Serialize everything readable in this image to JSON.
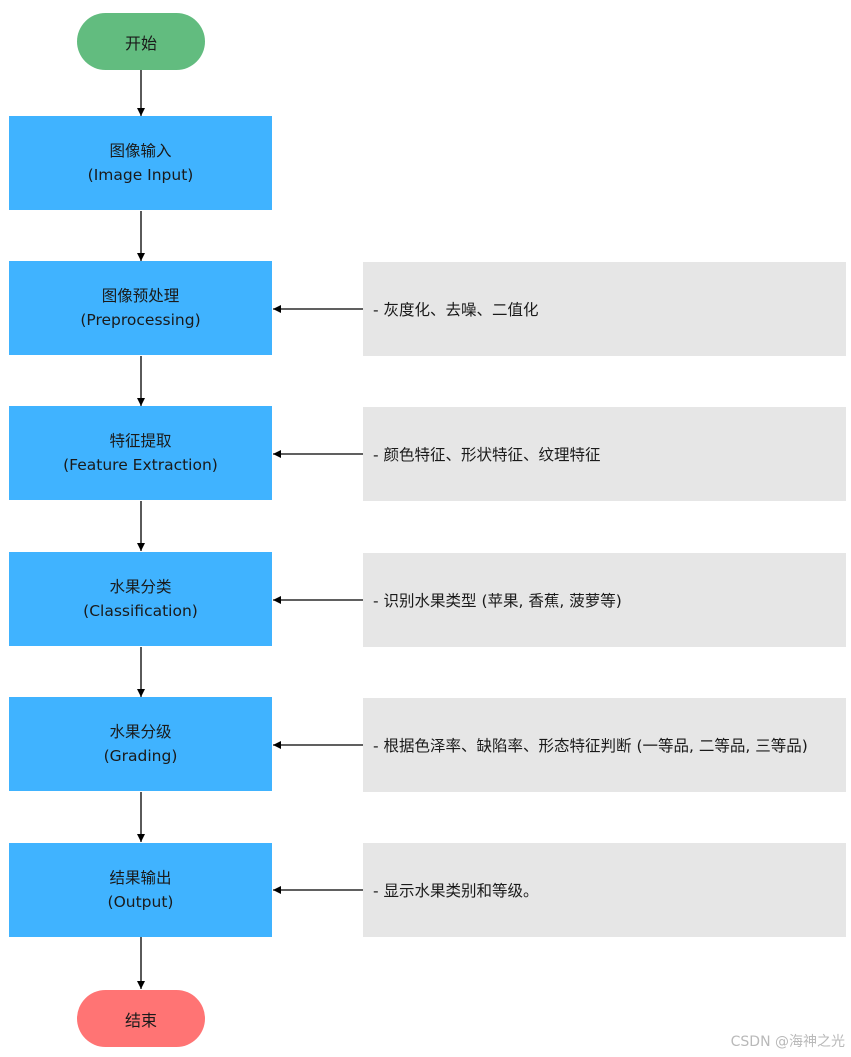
{
  "flowchart": {
    "start_label": "开始",
    "end_label": "结束",
    "steps": [
      {
        "title": "图像输入",
        "subtitle": "(Image Input)",
        "note": null
      },
      {
        "title": "图像预处理",
        "subtitle": "(Preprocessing)",
        "note": "- 灰度化、去噪、二值化"
      },
      {
        "title": "特征提取",
        "subtitle": "(Feature Extraction)",
        "note": "- 颜色特征、形状特征、纹理特征"
      },
      {
        "title": "水果分类",
        "subtitle": "(Classification)",
        "note": "- 识别水果类型 (苹果, 香蕉, 菠萝等)"
      },
      {
        "title": "水果分级",
        "subtitle": "(Grading)",
        "note": "- 根据色泽率、缺陷率、形态特征判断 (一等品, 二等品, 三等品)"
      },
      {
        "title": "结果输出",
        "subtitle": "(Output)",
        "note": "- 显示水果类别和等级。"
      }
    ]
  },
  "colors": {
    "start": "#62bc7f",
    "end": "#ff7474",
    "process": "#40b3ff",
    "note": "#e6e6e6",
    "arrow": "#000000"
  },
  "watermark": "CSDN @海神之光"
}
